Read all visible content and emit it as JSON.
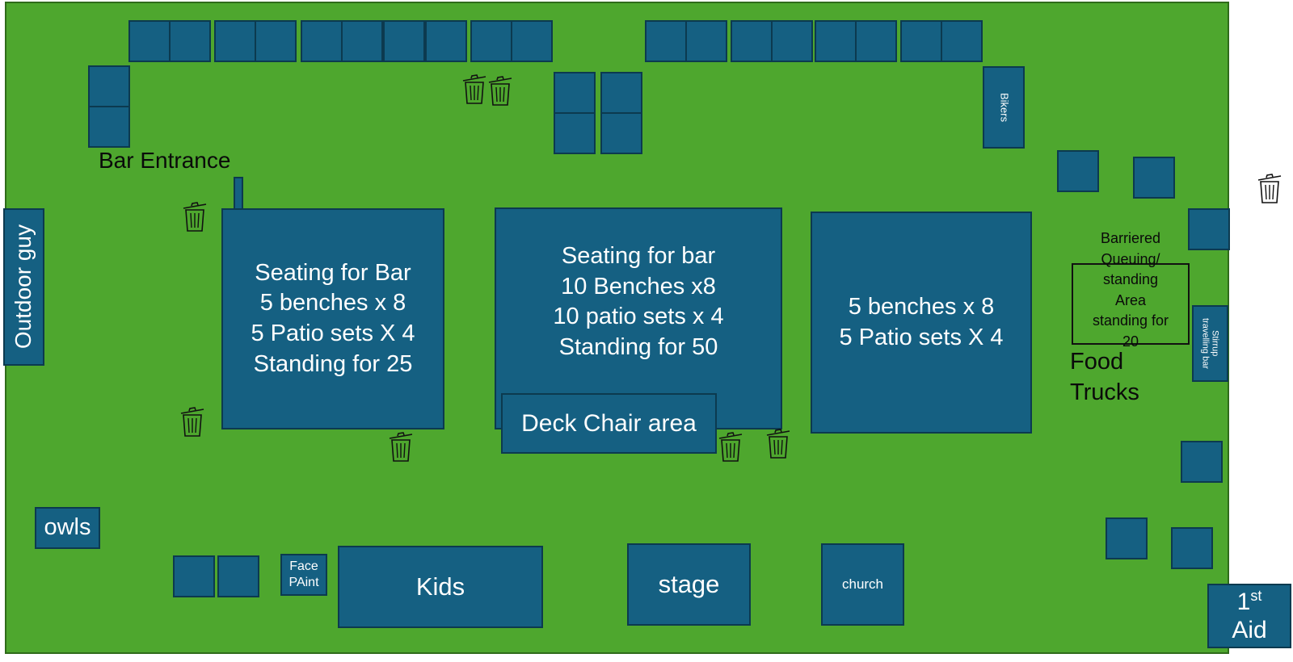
{
  "zones": {
    "seating_bar_left": "Seating for Bar\n5 benches x 8\n5 Patio sets X 4\nStanding for 25",
    "seating_bar_center": "Seating for bar\n10 Benches x8\n10 patio sets x 4\nStanding for  50",
    "seating_right": "5 benches x 8\n5 Patio sets X 4",
    "deck_chair": "Deck Chair area",
    "outdoor_guy": "Outdoor guy",
    "owls": "owls",
    "face_paint": "Face\nPAint",
    "kids": "Kids",
    "stage": "stage",
    "church": "church",
    "first_aid_num": "1",
    "first_aid_sup": "st",
    "first_aid_word": "Aid",
    "bikers": "Bikers",
    "stirrup": "Stirrup\ntravelling bar"
  },
  "labels": {
    "bar_entrance": "Bar Entrance",
    "queuing": "Barriered\nQueuing/\nstanding\nArea\nstanding for\n20",
    "food_trucks": "Food\nTrucks"
  },
  "colors": {
    "grass": "#4ea72e",
    "block": "#156082",
    "block_border": "#0c3a4f"
  },
  "icons": {
    "bin": "trash-bin-icon"
  }
}
